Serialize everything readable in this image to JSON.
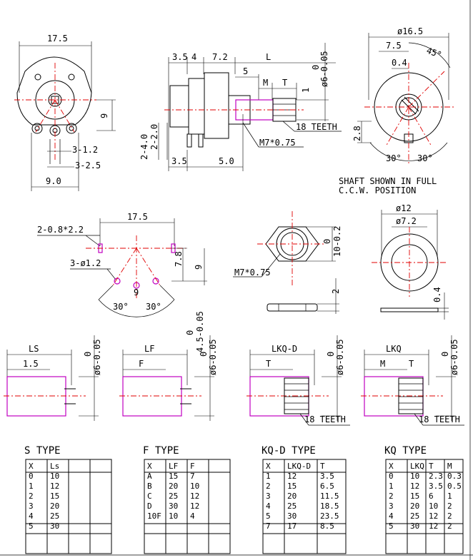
{
  "notes": {
    "shaft_position": [
      "SHAFT SHOWN IN FULL",
      "C.C.W. POSITION"
    ],
    "teeth": "18 TEETH",
    "thread": "M7*0.75"
  },
  "front_view": {
    "width": "17.5",
    "dim_9": "9",
    "dim_3_1_2": "3-1.2",
    "dim_3_2_5": "3-2.5",
    "dim_9_0": "9.0"
  },
  "side_view": {
    "d35": "3.5",
    "d4": "4",
    "d72": "7.2",
    "dL": "L",
    "d5": "5",
    "dM": "M",
    "dT": "T",
    "d1": "1",
    "tol_top": "0",
    "tol_bot": "ø6-0.05",
    "d2_4": "2-4.0",
    "d2_2": "2-2.0",
    "b35": "3.5",
    "b50": "5.0"
  },
  "right_view": {
    "dia": "ø16.5",
    "d75": "7.5",
    "d04": "0.4",
    "a45": "45°",
    "d28": "2.8",
    "a30a": "30°",
    "a30b": "30°"
  },
  "pcb_layout": {
    "width": "17.5",
    "holes2": "2-0.8*2.2",
    "holes3": "3-ø1.2",
    "d78": "7.8",
    "d9": "9",
    "dv9": "9",
    "a30a": "30°",
    "a30b": "30°"
  },
  "nut_view": {
    "tol0": "0",
    "tol": "10-0.2",
    "d2": "2"
  },
  "washer_view": {
    "d12": "ø12",
    "d72": "ø7.2",
    "d04": "0.4"
  },
  "shaft_types": [
    {
      "label": "LS",
      "sub": "1.5",
      "tol0": "0",
      "tol": "ø6-0.05",
      "extra0": "",
      "extra": ""
    },
    {
      "label": "LF",
      "sub": "F",
      "tol0": "0",
      "tol": "ø6-0.05",
      "extra0": "0",
      "extra": "4.5-0.05"
    },
    {
      "label": "LKQ-D",
      "sub": "T",
      "tol0": "0",
      "tol": "ø6-0.05",
      "extra0": "",
      "extra": ""
    },
    {
      "label": "LKQ",
      "sub": "M",
      "sub2": "T",
      "tol0": "0",
      "tol": "ø6-0.05",
      "extra0": "",
      "extra": ""
    }
  ],
  "tables": [
    {
      "title": "S TYPE",
      "headers": [
        "X",
        "Ls",
        "",
        ""
      ],
      "rows": [
        [
          "0",
          "10",
          "",
          ""
        ],
        [
          "1",
          "12",
          "",
          ""
        ],
        [
          "2",
          "15",
          "",
          ""
        ],
        [
          "3",
          "20",
          "",
          ""
        ],
        [
          "4",
          "25",
          "",
          ""
        ],
        [
          "5",
          "30",
          "",
          ""
        ],
        [
          "",
          "",
          "",
          ""
        ],
        [
          "",
          "",
          "",
          ""
        ]
      ]
    },
    {
      "title": "F TYPE",
      "headers": [
        "X",
        "LF",
        "F",
        ""
      ],
      "rows": [
        [
          "A",
          "15",
          "7",
          ""
        ],
        [
          "B",
          "20",
          "10",
          ""
        ],
        [
          "C",
          "25",
          "12",
          ""
        ],
        [
          "D",
          "30",
          "12",
          ""
        ],
        [
          "10F",
          "10",
          "4",
          ""
        ],
        [
          "",
          "",
          "",
          ""
        ],
        [
          "",
          "",
          "",
          ""
        ],
        [
          "",
          "",
          "",
          ""
        ]
      ]
    },
    {
      "title": "KQ-D TYPE",
      "headers": [
        "X",
        "LKQ-D",
        "T"
      ],
      "rows": [
        [
          "1",
          "12",
          "3.5"
        ],
        [
          "2",
          "15",
          "6.5"
        ],
        [
          "3",
          "20",
          "11.5"
        ],
        [
          "4",
          "25",
          "18.5"
        ],
        [
          "5",
          "30",
          "23.5"
        ],
        [
          "7",
          "17",
          "8.5"
        ],
        [
          "",
          "",
          ""
        ],
        [
          "",
          "",
          ""
        ]
      ]
    },
    {
      "title": "KQ TYPE",
      "headers": [
        "X",
        "LKQ",
        "T",
        "M"
      ],
      "rows": [
        [
          "0",
          "10",
          "2.3",
          "0.3"
        ],
        [
          "1",
          "12",
          "3.5",
          "0.5"
        ],
        [
          "2",
          "15",
          "6",
          "1"
        ],
        [
          "3",
          "20",
          "10",
          "2"
        ],
        [
          "4",
          "25",
          "12",
          "2"
        ],
        [
          "5",
          "30",
          "12",
          "2"
        ],
        [
          "",
          "",
          "",
          ""
        ],
        [
          "",
          "",
          "",
          ""
        ]
      ]
    }
  ]
}
